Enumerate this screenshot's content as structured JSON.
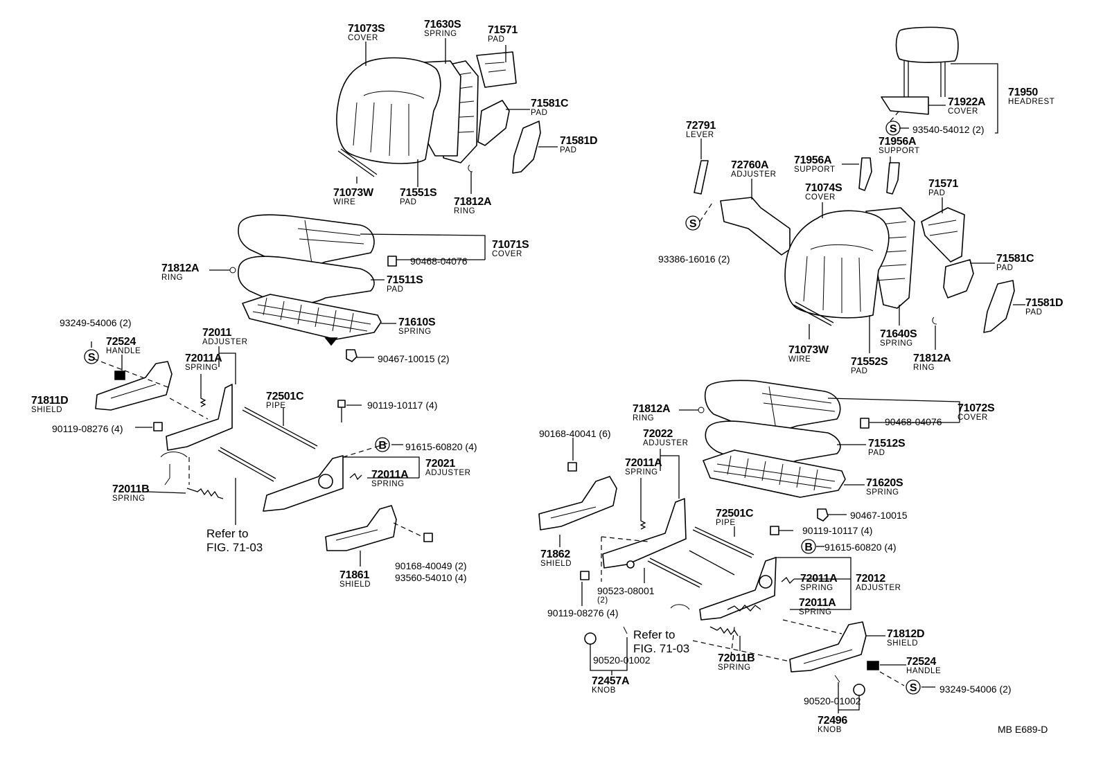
{
  "diagram": {
    "footer_code": "MB  E689-D"
  },
  "labels": [
    {
      "id": "l1",
      "num": "71073S",
      "name": "COVER"
    },
    {
      "id": "l2",
      "num": "71630S",
      "name": "SPRING"
    },
    {
      "id": "l3",
      "num": "71571",
      "name": "PAD"
    },
    {
      "id": "l4",
      "num": "71581C",
      "name": "PAD"
    },
    {
      "id": "l5",
      "num": "71581D",
      "name": "PAD"
    },
    {
      "id": "l6",
      "num": "71073W",
      "name": "WIRE"
    },
    {
      "id": "l7",
      "num": "71551S",
      "name": "PAD"
    },
    {
      "id": "l8",
      "num": "71812A",
      "name": "RING"
    },
    {
      "id": "l9",
      "num": "71071S",
      "name": "COVER"
    },
    {
      "id": "l10",
      "num": "90468-04076",
      "name": ""
    },
    {
      "id": "l11",
      "num": "71812A",
      "name": "RING"
    },
    {
      "id": "l12",
      "num": "71511S",
      "name": "PAD"
    },
    {
      "id": "l13",
      "num": "71610S",
      "name": "SPRING"
    },
    {
      "id": "l14",
      "num": "90467-10015 (2)",
      "name": ""
    },
    {
      "id": "l15",
      "num": "93249-54006 (2)",
      "name": ""
    },
    {
      "id": "l16",
      "num": "72524",
      "name": "HANDLE"
    },
    {
      "id": "l17",
      "num": "72011",
      "name": "ADJUSTER"
    },
    {
      "id": "l18",
      "num": "72011A",
      "name": "SPRING"
    },
    {
      "id": "l19",
      "num": "71811D",
      "name": "SHIELD"
    },
    {
      "id": "l20",
      "num": "90119-08276 (4)",
      "name": ""
    },
    {
      "id": "l21",
      "num": "72501C",
      "name": "PIPE"
    },
    {
      "id": "l22",
      "num": "90119-10117 (4)",
      "name": ""
    },
    {
      "id": "l23",
      "num": "91615-60820 (4)",
      "name": ""
    },
    {
      "id": "l24",
      "num": "72021",
      "name": "ADJUSTER"
    },
    {
      "id": "l25",
      "num": "72011A",
      "name": "SPRING"
    },
    {
      "id": "l26",
      "num": "72011B",
      "name": "SPRING"
    },
    {
      "id": "l27",
      "num": "90168-40049 (2)",
      "name": ""
    },
    {
      "id": "l28",
      "num": "93560-54010 (4)",
      "name": ""
    },
    {
      "id": "l29",
      "num": "71861",
      "name": "SHIELD"
    },
    {
      "id": "l30",
      "num": "71950",
      "name": "HEADREST"
    },
    {
      "id": "l31",
      "num": "71922A",
      "name": "COVER"
    },
    {
      "id": "l32",
      "num": "93540-54012 (2)",
      "name": ""
    },
    {
      "id": "l33",
      "num": "71956A",
      "name": "SUPPORT"
    },
    {
      "id": "l34",
      "num": "71956A",
      "name": "SUPPORT"
    },
    {
      "id": "l35",
      "num": "72791",
      "name": "LEVER"
    },
    {
      "id": "l36",
      "num": "72760A",
      "name": "ADJUSTER"
    },
    {
      "id": "l37",
      "num": "71074S",
      "name": "COVER"
    },
    {
      "id": "l38",
      "num": "71571",
      "name": "PAD"
    },
    {
      "id": "l39",
      "num": "93386-16016 (2)",
      "name": ""
    },
    {
      "id": "l40",
      "num": "71581C",
      "name": "PAD"
    },
    {
      "id": "l41",
      "num": "71581D",
      "name": "PAD"
    },
    {
      "id": "l42",
      "num": "71640S",
      "name": "SPRING"
    },
    {
      "id": "l43",
      "num": "71073W",
      "name": "WIRE"
    },
    {
      "id": "l44",
      "num": "71552S",
      "name": "PAD"
    },
    {
      "id": "l45",
      "num": "71812A",
      "name": "RING"
    },
    {
      "id": "l46",
      "num": "71812A",
      "name": "RING"
    },
    {
      "id": "l47",
      "num": "71072S",
      "name": "COVER"
    },
    {
      "id": "l48",
      "num": "90468-04076",
      "name": ""
    },
    {
      "id": "l49",
      "num": "90168-40041 (6)",
      "name": ""
    },
    {
      "id": "l50",
      "num": "72022",
      "name": "ADJUSTER"
    },
    {
      "id": "l51",
      "num": "71512S",
      "name": "PAD"
    },
    {
      "id": "l52",
      "num": "72011A",
      "name": "SPRING"
    },
    {
      "id": "l53",
      "num": "71620S",
      "name": "SPRING"
    },
    {
      "id": "l54",
      "num": "90467-10015",
      "name": ""
    },
    {
      "id": "l55",
      "num": "72501C",
      "name": "PIPE"
    },
    {
      "id": "l56",
      "num": "90119-10117 (4)",
      "name": ""
    },
    {
      "id": "l57",
      "num": "71862",
      "name": "SHIELD"
    },
    {
      "id": "l58",
      "num": "91615-60820 (4)",
      "name": ""
    },
    {
      "id": "l59",
      "num": "72011A",
      "name": "SPRING"
    },
    {
      "id": "l60",
      "num": "72012",
      "name": "ADJUSTER"
    },
    {
      "id": "l61",
      "num": "90523-08001",
      "name": "(2)"
    },
    {
      "id": "l62",
      "num": "72011A",
      "name": "SPRING"
    },
    {
      "id": "l63",
      "num": "90119-08276 (4)",
      "name": ""
    },
    {
      "id": "l64",
      "num": "71812D",
      "name": "SHIELD"
    },
    {
      "id": "l65",
      "num": "72011B",
      "name": "SPRING"
    },
    {
      "id": "l66",
      "num": "90520-01002",
      "name": ""
    },
    {
      "id": "l67",
      "num": "72457A",
      "name": "KNOB"
    },
    {
      "id": "l68",
      "num": "72524",
      "name": "HANDLE"
    },
    {
      "id": "l69",
      "num": "93249-54006 (2)",
      "name": ""
    },
    {
      "id": "l70",
      "num": "90520-01002",
      "name": ""
    },
    {
      "id": "l71",
      "num": "72496",
      "name": "KNOB"
    }
  ],
  "refs": [
    {
      "id": "r1",
      "line1": "Refer to",
      "line2": "FIG. 71-03"
    },
    {
      "id": "r2",
      "line1": "Refer to",
      "line2": "FIG. 71-03"
    }
  ],
  "symbols": {
    "s_letter": "S",
    "b_letter": "B"
  }
}
